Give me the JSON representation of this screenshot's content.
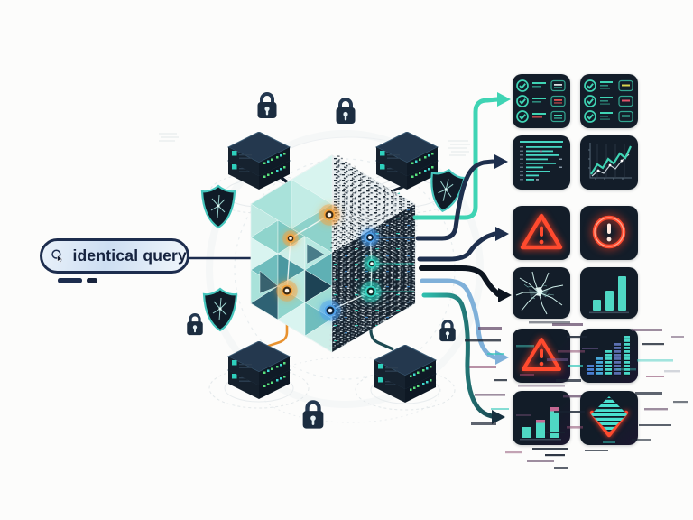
{
  "query": {
    "label": "identical query",
    "icon": "search-icon"
  },
  "colors": {
    "background": "#fcfcfb",
    "ink_navy": "#1d2d4e",
    "accent_teal": "#3fd4b4",
    "bar_teal": "#4fd8c4",
    "alert_red": "#ff4a2e",
    "panel_bg": "#131d29",
    "node_orange": "#f2a340",
    "node_blue": "#4f9fe8",
    "node_teal": "#35d4c0",
    "link_blue": "#7fb0d9",
    "link_black": "#0d1520",
    "link_navy": "#203350",
    "orange_link": "#e8922f"
  },
  "cube": {
    "nodes": [
      {
        "id": "top",
        "color": "#f2a340"
      },
      {
        "id": "left-upper",
        "color": "#f2a340"
      },
      {
        "id": "left-lower",
        "color": "#f2a340"
      },
      {
        "id": "right-upper",
        "color": "#4f9fe8"
      },
      {
        "id": "right-mid",
        "color": "#35d4c0"
      },
      {
        "id": "right-lower",
        "color": "#35d4c0"
      },
      {
        "id": "bottom",
        "color": "#4f9fe8"
      }
    ]
  },
  "cluster": {
    "servers": [
      "top-left",
      "top-right",
      "bottom-left",
      "bottom-right"
    ],
    "shields": [
      "left-upper",
      "left-lower",
      "right"
    ],
    "locks": [
      "top-left",
      "top-mid",
      "left-lower",
      "right-mid",
      "bottom-center"
    ]
  },
  "arrows": [
    {
      "name": "to-checklists",
      "color": "#3fd4b4"
    },
    {
      "name": "to-metrics",
      "color": "#1e2f4d"
    },
    {
      "name": "to-warnings",
      "color": "#1e2f4d"
    },
    {
      "name": "to-failures",
      "color": "#0d1520"
    },
    {
      "name": "to-degraded",
      "color": "#7fb0d9"
    },
    {
      "name": "to-corrupted",
      "color_start": "#2fbfae",
      "color_end": "#16303f"
    }
  ],
  "badges": {
    "a": [
      "#d8e2e2",
      "#e05252",
      "#3fd4b4"
    ],
    "b": [
      "#d8d44f",
      "#e0526a",
      "#3fd4b4"
    ]
  },
  "panels": [
    {
      "name": "checklist-a",
      "row": 1,
      "col": 1
    },
    {
      "name": "checklist-b",
      "row": 1,
      "col": 2
    },
    {
      "name": "log-list",
      "row": 2,
      "col": 1
    },
    {
      "name": "line-chart",
      "row": 2,
      "col": 2
    },
    {
      "name": "warning-triangle",
      "row": 3,
      "col": 1
    },
    {
      "name": "alert-circle",
      "row": 3,
      "col": 2
    },
    {
      "name": "cracked-glass",
      "row": 4,
      "col": 1
    },
    {
      "name": "bar-chart",
      "row": 4,
      "col": 2
    },
    {
      "name": "warning-triangle-glitched",
      "row": 5,
      "col": 1
    },
    {
      "name": "equalizer-bars-glitched",
      "row": 5,
      "col": 2
    },
    {
      "name": "bar-chart-glitched",
      "row": 6,
      "col": 1
    },
    {
      "name": "shield-check-glitched",
      "row": 6,
      "col": 2
    }
  ]
}
